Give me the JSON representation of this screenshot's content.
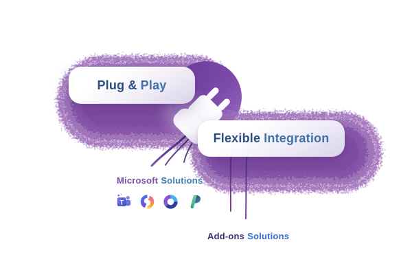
{
  "illustration": {
    "cards": {
      "plug_and_play": {
        "part1": "Plug &",
        "part2": "Play"
      },
      "flexible_integration": {
        "part1": "Flexible",
        "part2": "Integration"
      }
    },
    "labels": {
      "microsoft_solutions": {
        "part1": "Microsoft",
        "part2": "Solutions"
      },
      "addons_solutions": {
        "part1": "Add-ons",
        "part2": "Solutions"
      }
    },
    "icons": [
      {
        "name": "microsoft-teams-icon",
        "title": "Microsoft Teams",
        "letter": "T"
      },
      {
        "name": "microsoft-copilot-icon",
        "title": "Microsoft Copilot"
      },
      {
        "name": "microsoft-loop-icon",
        "title": "Microsoft Loop"
      },
      {
        "name": "microsoft-planner-icon",
        "title": "Microsoft Planner"
      }
    ],
    "colors": {
      "blob_outer": "#a87cc2",
      "blob_mid": "#9868b4",
      "blob_inner": "#8755a9",
      "blob_deep": "#7b489e",
      "circle_purple": "#7b49a8",
      "headline_navy": "#2c4d82",
      "headline_blue": "#3f72a8",
      "label_purple": "#7a4da6",
      "label_teal": "#3f7cae",
      "addons_indigo": "#3a3170",
      "addons_blue": "#3e6ccc",
      "wire_dark": "#2c2766",
      "wire_purple": "#8b3f9e",
      "plug_white": "#ffffff"
    }
  }
}
